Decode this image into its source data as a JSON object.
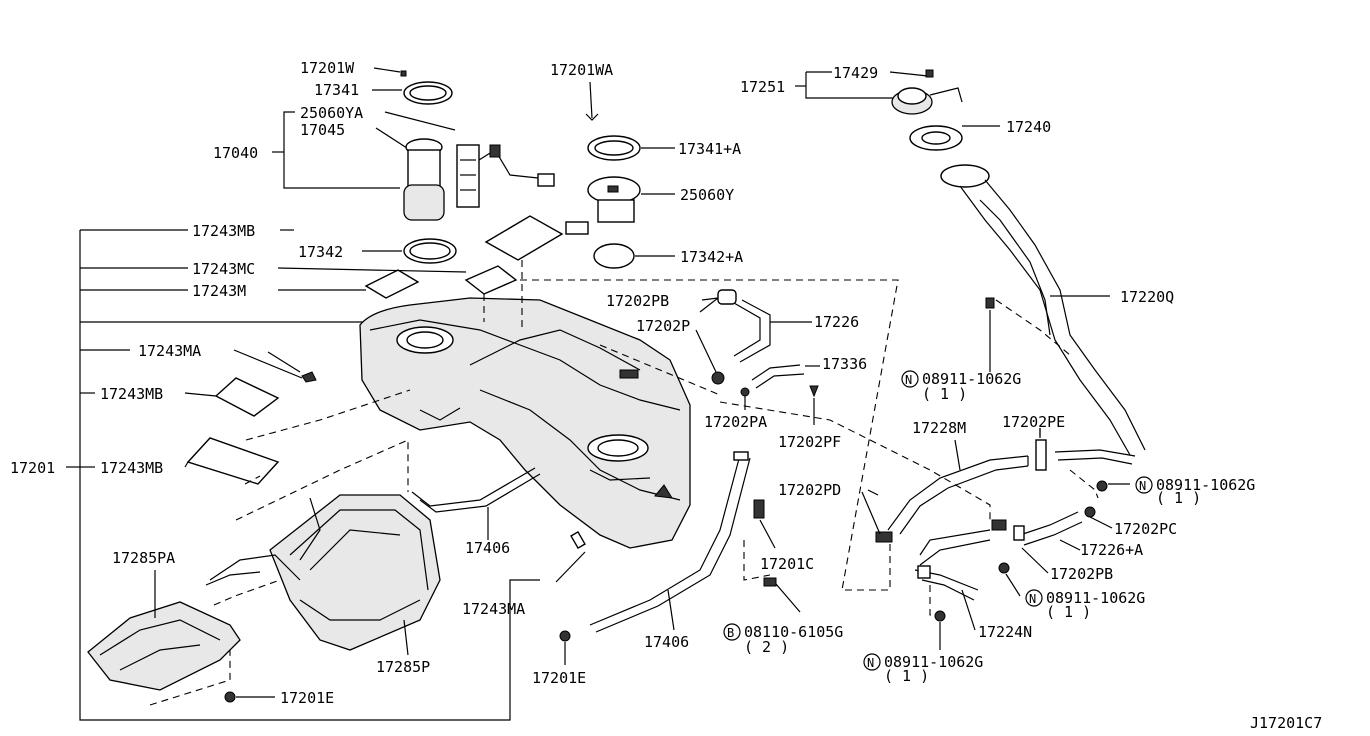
{
  "diagram_id": "J17201C7",
  "labels": {
    "p17201W": "17201W",
    "p17341": "17341",
    "p25060YA": "25060YA",
    "p17045": "17045",
    "p17040": "17040",
    "p17201WA": "17201WA",
    "p17341A": "17341+A",
    "p25060Y": "25060Y",
    "p17243MB_top": "17243MB",
    "p17342": "17342",
    "p17342A": "17342+A",
    "p17243MC": "17243MC",
    "p17243M": "17243M",
    "p17243MA_left": "17243MA",
    "p17243MB_mid": "17243MB",
    "p17201": "17201",
    "p17243MB_low": "17243MB",
    "p17285PA": "17285PA",
    "p17285P": "17285P",
    "p17201E_left": "17201E",
    "p17406_mid": "17406",
    "p17243MA_bot": "17243MA",
    "p17201E_bot": "17201E",
    "p17406_low": "17406",
    "p17201C": "17201C",
    "p08110": "08110-6105G",
    "p08110_qty": "( 2 )",
    "p17202PB_top": "17202PB",
    "p17226": "17226",
    "p17202P": "17202P",
    "p17336": "17336",
    "p17202PA": "17202PA",
    "p17202PF": "17202PF",
    "p17202PD": "17202PD",
    "p17429": "17429",
    "p17251": "17251",
    "p17240": "17240",
    "p17220Q": "17220Q",
    "p08911_a": "08911-1062G",
    "p08911_a_qty": "( 1 )",
    "p17228M": "17228M",
    "p17202PE": "17202PE",
    "p08911_b": "08911-1062G",
    "p08911_b_qty": "( 1 )",
    "p17202PC": "17202PC",
    "p17226A": "17226+A",
    "p17202PB_low": "17202PB",
    "p08911_c": "08911-1062G",
    "p08911_c_qty": "( 1 )",
    "p17224N": "17224N",
    "p08911_d": "08911-1062G",
    "p08911_d_qty": "( 1 )"
  },
  "symbols": {
    "nut": "N",
    "bolt": "B"
  }
}
